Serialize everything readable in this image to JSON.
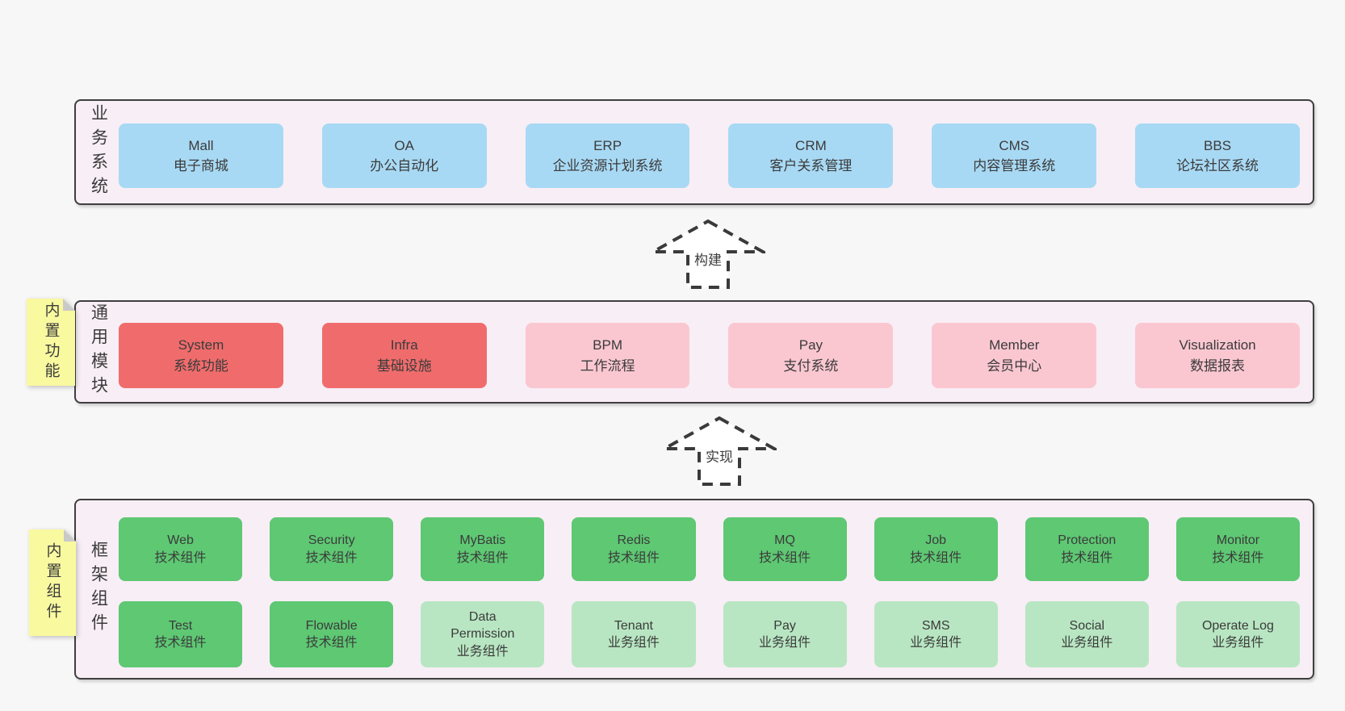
{
  "diagram": {
    "bands": [
      {
        "label": "业务系统",
        "boxes": [
          {
            "title": "Mall",
            "subtitle": "电子商城"
          },
          {
            "title": "OA",
            "subtitle": "办公自动化"
          },
          {
            "title": "ERP",
            "subtitle": "企业资源计划系统"
          },
          {
            "title": "CRM",
            "subtitle": "客户关系管理"
          },
          {
            "title": "CMS",
            "subtitle": "内容管理系统"
          },
          {
            "title": "BBS",
            "subtitle": "论坛社区系统"
          }
        ]
      },
      {
        "label": "通用模块",
        "note": "内置功能",
        "boxes": [
          {
            "title": "System",
            "subtitle": "系统功能"
          },
          {
            "title": "Infra",
            "subtitle": "基础设施"
          },
          {
            "title": "BPM",
            "subtitle": "工作流程"
          },
          {
            "title": "Pay",
            "subtitle": "支付系统"
          },
          {
            "title": "Member",
            "subtitle": "会员中心"
          },
          {
            "title": "Visualization",
            "subtitle": "数据报表"
          }
        ]
      },
      {
        "label": "框架组件",
        "note": "内置组件",
        "row1": [
          {
            "title": "Web",
            "subtitle": "技术组件"
          },
          {
            "title": "Security",
            "subtitle": "技术组件"
          },
          {
            "title": "MyBatis",
            "subtitle": "技术组件"
          },
          {
            "title": "Redis",
            "subtitle": "技术组件"
          },
          {
            "title": "MQ",
            "subtitle": "技术组件"
          },
          {
            "title": "Job",
            "subtitle": "技术组件"
          },
          {
            "title": "Protection",
            "subtitle": "技术组件"
          },
          {
            "title": "Monitor",
            "subtitle": "技术组件"
          }
        ],
        "row2": [
          {
            "title": "Test",
            "subtitle": "技术组件"
          },
          {
            "title": "Flowable",
            "subtitle": "技术组件"
          },
          {
            "title": "Data Permission",
            "subtitle": "业务组件"
          },
          {
            "title": "Tenant",
            "subtitle": "业务组件"
          },
          {
            "title": "Pay",
            "subtitle": "业务组件"
          },
          {
            "title": "SMS",
            "subtitle": "业务组件"
          },
          {
            "title": "Social",
            "subtitle": "业务组件"
          },
          {
            "title": "Operate Log",
            "subtitle": "业务组件"
          }
        ]
      }
    ],
    "arrows": [
      {
        "label": "构建"
      },
      {
        "label": "实现"
      }
    ],
    "colors": {
      "page_bg": "#f7f7f7",
      "band_bg": "#f8eef6",
      "band_border": "#3f3f3f",
      "blue_box": "#a8d9f4",
      "red_box": "#f06c6c",
      "pink_box": "#fac7d1",
      "green_dark_box": "#5ec873",
      "green_light_box": "#b8e6c2",
      "note_bg": "#f9f9a0",
      "note_fold": "#c9c9c9",
      "text": "#3b3b3b"
    }
  }
}
